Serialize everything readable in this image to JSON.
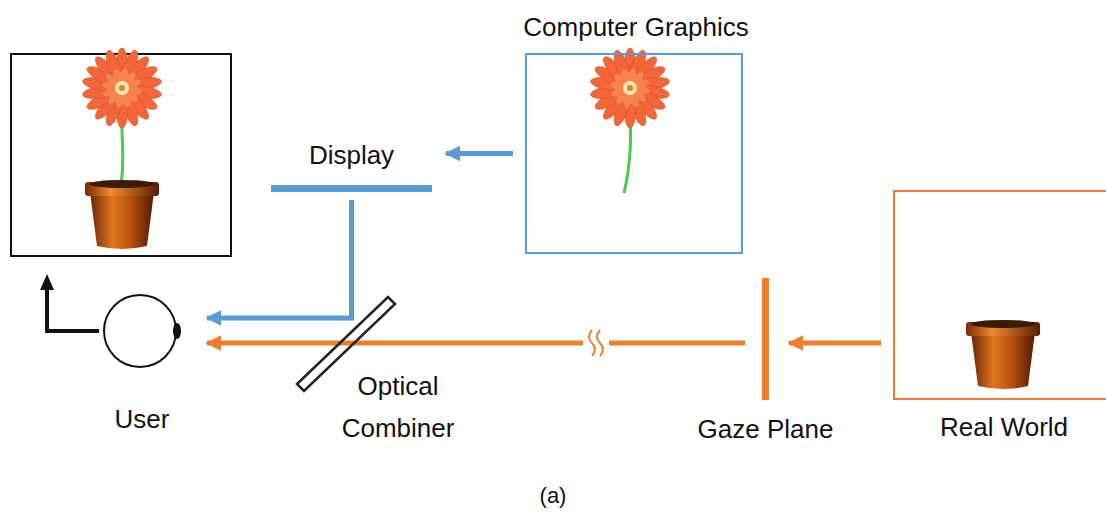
{
  "diagram": {
    "caption": "(a)",
    "nodes": [
      {
        "text": [
          "Computer Graphics"
        ]
      },
      {
        "text": [
          "Display"
        ]
      },
      {
        "text": [
          "User"
        ]
      },
      {
        "text": [
          "Optical Combiner"
        ]
      },
      {
        "text": [
          "Gaze Plane"
        ]
      },
      {
        "text": [
          "Real World"
        ]
      }
    ],
    "edges": [
      {
        "from": 0,
        "to": 1,
        "arrow": "to"
      },
      {
        "from": 1,
        "to": 2,
        "arrow": "to"
      },
      {
        "from": 5,
        "to": 4,
        "arrow": "to"
      },
      {
        "from": 4,
        "to": 2,
        "arrow": "to"
      }
    ]
  }
}
